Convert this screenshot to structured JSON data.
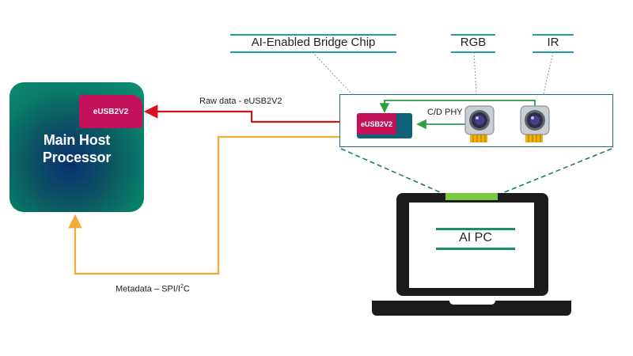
{
  "host": {
    "title_line1": "Main Host",
    "title_line2": "Processor",
    "chip_label": "eUSB2V2"
  },
  "bridge": {
    "title": "AI-Enabled Bridge Chip",
    "chip_label": "eUSB2V2"
  },
  "sensors": {
    "rgb_label": "RGB",
    "ir_label": "IR",
    "phy_label": "C/D PHY"
  },
  "links": {
    "raw_data_label": "Raw data - eUSB2V2",
    "metadata_label": "Metadata – SPI/I",
    "metadata_sup": "2",
    "metadata_suffix": "C"
  },
  "laptop": {
    "label": "AI PC"
  },
  "colors": {
    "raw_link": "#d7141e",
    "metadata_link": "#f5a938",
    "phy_link": "#2e9e45",
    "accent_teal": "#1aa0a6",
    "chip_magenta": "#c4125a"
  }
}
